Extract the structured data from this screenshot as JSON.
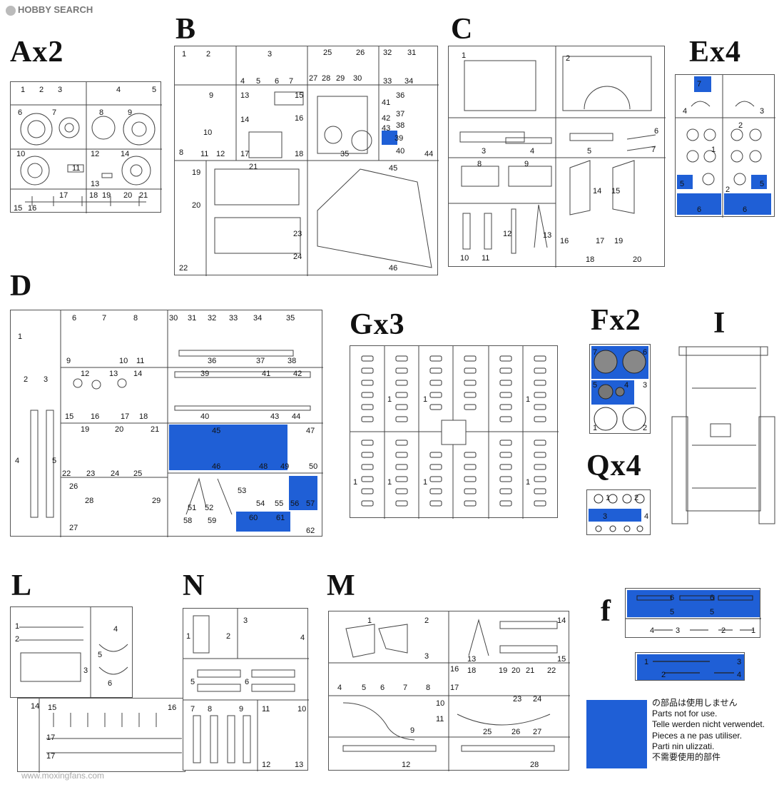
{
  "site": {
    "logo_text": "HOBBY SEARCH"
  },
  "sprues": {
    "A": {
      "title": "Ax2",
      "numbers": [
        "1",
        "2",
        "3",
        "4",
        "5",
        "6",
        "7",
        "8",
        "9",
        "10",
        "11",
        "12",
        "13",
        "14",
        "15",
        "16",
        "17",
        "18",
        "19",
        "20",
        "21"
      ]
    },
    "B": {
      "title": "B",
      "numbers": [
        "1",
        "2",
        "3",
        "4",
        "5",
        "6",
        "7",
        "8",
        "9",
        "10",
        "11",
        "12",
        "13",
        "14",
        "15",
        "16",
        "17",
        "18",
        "19",
        "20",
        "21",
        "22",
        "23",
        "24",
        "25",
        "26",
        "27",
        "28",
        "29",
        "30",
        "31",
        "32",
        "33",
        "34",
        "35",
        "36",
        "37",
        "38",
        "39",
        "40",
        "41",
        "42",
        "43",
        "44",
        "45",
        "46"
      ]
    },
    "C": {
      "title": "C",
      "numbers": [
        "1",
        "2",
        "3",
        "4",
        "5",
        "6",
        "7",
        "8",
        "9",
        "10",
        "11",
        "12",
        "13",
        "14",
        "15",
        "16",
        "17",
        "18",
        "19",
        "20"
      ]
    },
    "E": {
      "title": "Ex4",
      "numbers": [
        "1",
        "2",
        "3",
        "4",
        "5",
        "6",
        "7"
      ]
    },
    "D": {
      "title": "D",
      "numbers": [
        "1",
        "2",
        "3",
        "4",
        "5",
        "6",
        "7",
        "8",
        "9",
        "10",
        "11",
        "12",
        "13",
        "14",
        "15",
        "16",
        "17",
        "18",
        "19",
        "20",
        "21",
        "22",
        "23",
        "24",
        "25",
        "26",
        "27",
        "28",
        "29",
        "30",
        "31",
        "32",
        "33",
        "34",
        "35",
        "36",
        "37",
        "38",
        "39",
        "40",
        "41",
        "42",
        "43",
        "44",
        "45",
        "46",
        "47",
        "48",
        "49",
        "50",
        "51",
        "52",
        "53",
        "54",
        "55",
        "56",
        "57",
        "58",
        "59",
        "60",
        "61",
        "62"
      ]
    },
    "G": {
      "title": "Gx3",
      "numbers": [
        "1"
      ]
    },
    "F": {
      "title": "Fx2",
      "numbers": [
        "1",
        "2",
        "3",
        "4",
        "5",
        "6",
        "7"
      ]
    },
    "I": {
      "title": "I"
    },
    "Q": {
      "title": "Qx4",
      "numbers": [
        "1",
        "2",
        "3",
        "4"
      ]
    },
    "L": {
      "title": "L",
      "numbers": [
        "1",
        "2",
        "3",
        "4",
        "5",
        "6",
        "14",
        "15",
        "16",
        "17"
      ]
    },
    "N": {
      "title": "N",
      "numbers": [
        "1",
        "2",
        "3",
        "4",
        "5",
        "6",
        "7",
        "8",
        "9",
        "10",
        "11",
        "12",
        "13"
      ]
    },
    "M": {
      "title": "M",
      "numbers": [
        "1",
        "2",
        "3",
        "4",
        "5",
        "6",
        "7",
        "8",
        "9",
        "10",
        "11",
        "12",
        "13",
        "14",
        "15",
        "16",
        "17",
        "18",
        "19",
        "20",
        "21",
        "22",
        "23",
        "24",
        "25",
        "26",
        "27",
        "28"
      ]
    },
    "f": {
      "title": "f",
      "numbers": [
        "1",
        "2",
        "3",
        "4",
        "5",
        "6"
      ]
    }
  },
  "legend": {
    "color": "#1f5fd6",
    "lines": [
      "の部品は使用しません",
      "Parts not for use.",
      "Telle werden nicht verwendet.",
      "Pieces a ne pas utiliser.",
      "Parti nin ulizzati.",
      "不需要使用的部件"
    ]
  },
  "watermark": "www.moxingfans.com"
}
